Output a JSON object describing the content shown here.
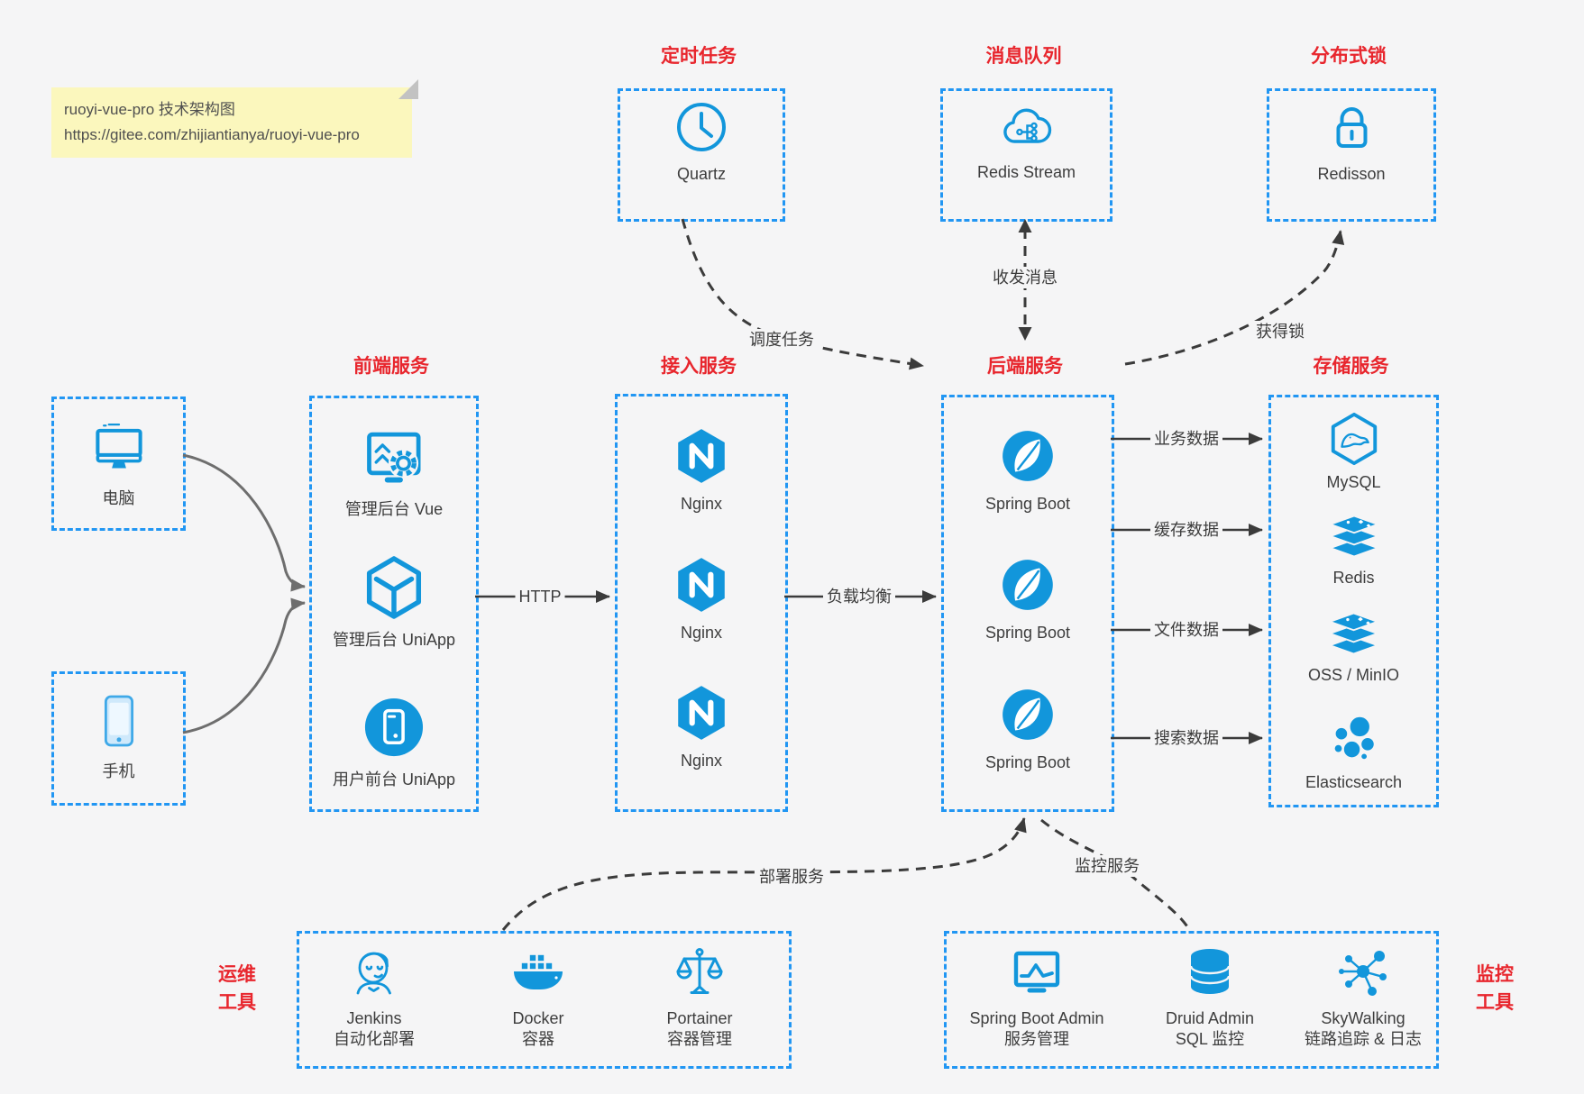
{
  "note": {
    "line1": "ruoyi-vue-pro 技术架构图",
    "line2": "https://gitee.com/zhijiantianya/ruoyi-vue-pro"
  },
  "groups": {
    "scheduler": {
      "title": "定时任务",
      "node": "Quartz"
    },
    "mq": {
      "title": "消息队列",
      "node": "Redis Stream"
    },
    "lock": {
      "title": "分布式锁",
      "node": "Redisson"
    },
    "frontend": {
      "title": "前端服务",
      "nodes": [
        "管理后台 Vue",
        "管理后台 UniApp",
        "用户前台 UniApp"
      ]
    },
    "access": {
      "title": "接入服务",
      "nodes": [
        "Nginx",
        "Nginx",
        "Nginx"
      ]
    },
    "backend": {
      "title": "后端服务",
      "nodes": [
        "Spring Boot",
        "Spring Boot",
        "Spring Boot"
      ]
    },
    "storage": {
      "title": "存储服务",
      "nodes": [
        "MySQL",
        "Redis",
        "OSS / MinIO",
        "Elasticsearch"
      ]
    },
    "clients": {
      "pc": "电脑",
      "mobile": "手机"
    },
    "ops": {
      "side1": "运维",
      "side2": "工具",
      "nodes": [
        {
          "name": "Jenkins",
          "desc": "自动化部署"
        },
        {
          "name": "Docker",
          "desc": "容器"
        },
        {
          "name": "Portainer",
          "desc": "容器管理"
        }
      ]
    },
    "monitoring": {
      "side1": "监控",
      "side2": "工具",
      "nodes": [
        {
          "name": "Spring Boot Admin",
          "desc": "服务管理"
        },
        {
          "name": "Druid Admin",
          "desc": "SQL 监控"
        },
        {
          "name": "SkyWalking",
          "desc": "链路追踪 & 日志"
        }
      ]
    }
  },
  "edges": {
    "schedule": "调度任务",
    "exchange": "收发消息",
    "acquire_lock": "获得锁",
    "http": "HTTP",
    "load_balance": "负载均衡",
    "business_data": "业务数据",
    "cache_data": "缓存数据",
    "file_data": "文件数据",
    "search_data": "搜索数据",
    "deploy": "部署服务",
    "monitor": "监控服务"
  },
  "colors": {
    "accent_blue": "#1296db",
    "dash_blue": "#2196f3",
    "title_red": "#e8262d",
    "note_bg": "#fbf7bd",
    "arrow_dark": "#3b3b3b",
    "arrow_gray": "#6e6e6e",
    "background": "#f5f5f6",
    "label_text": "#3d3d3d"
  }
}
